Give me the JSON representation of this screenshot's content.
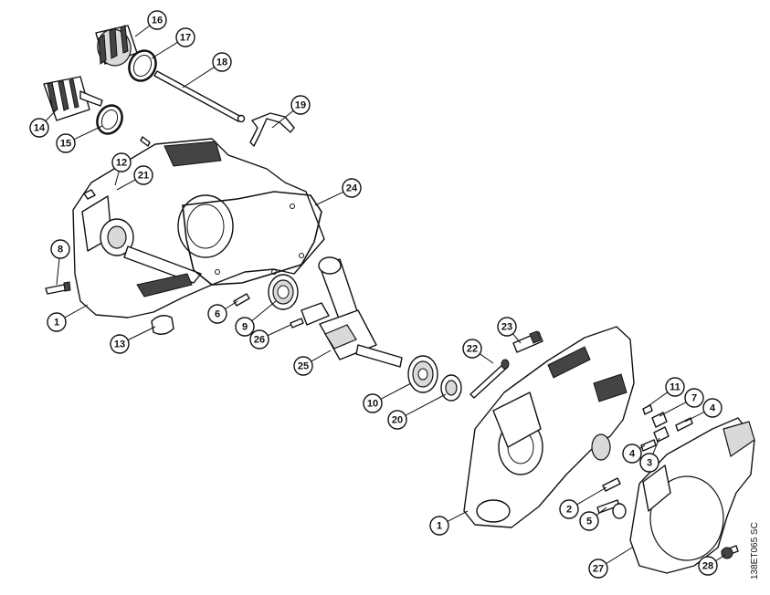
{
  "drawing_code": "138ET065 SC",
  "callouts": [
    {
      "label": "16"
    },
    {
      "label": "17"
    },
    {
      "label": "18"
    },
    {
      "label": "19"
    },
    {
      "label": "14"
    },
    {
      "label": "15"
    },
    {
      "label": "12"
    },
    {
      "label": "21"
    },
    {
      "label": "24"
    },
    {
      "label": "8"
    },
    {
      "label": "1"
    },
    {
      "label": "6"
    },
    {
      "label": "9"
    },
    {
      "label": "13"
    },
    {
      "label": "26"
    },
    {
      "label": "25"
    },
    {
      "label": "23"
    },
    {
      "label": "22"
    },
    {
      "label": "10"
    },
    {
      "label": "20"
    },
    {
      "label": "11"
    },
    {
      "label": "7"
    },
    {
      "label": "4"
    },
    {
      "label": "4"
    },
    {
      "label": "3"
    },
    {
      "label": "2"
    },
    {
      "label": "5"
    },
    {
      "label": "1"
    },
    {
      "label": "27"
    },
    {
      "label": "28"
    }
  ]
}
